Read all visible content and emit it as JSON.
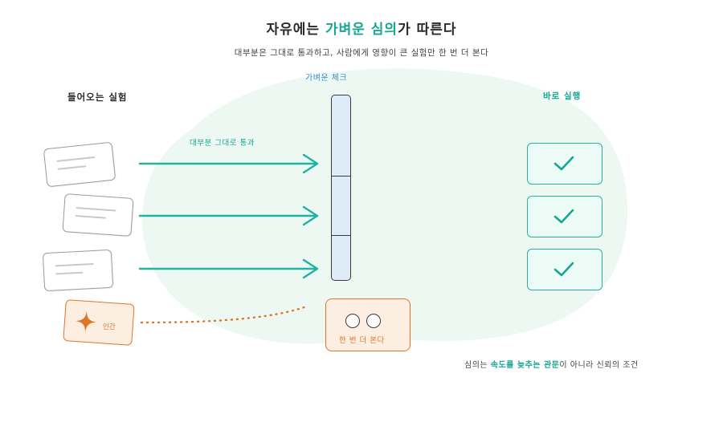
{
  "title": {
    "part1": "자유에는 ",
    "highlight1": "가벼운 심의",
    "part2": "가 따른다"
  },
  "subtitle": "대부분은 그대로 통과하고, 사람에게 영향이 큰 실험만 한 번 더 본다",
  "labels": {
    "incoming": "들어오는 실험",
    "light_check": "가벼운 체크",
    "run_now": "바로 실행",
    "pass_through": "대부분 그대로 통과",
    "human": "인간",
    "second_look": "한 번 더 본다"
  },
  "footnote": {
    "part1": "심의는 ",
    "highlight1": "속도를 늦추는 관문",
    "part2": "이 아니라 신뢰의 조건"
  },
  "colors": {
    "teal": "#17a693",
    "orange": "#e0752a",
    "blue": "#3c8fd0",
    "blob": "#eef8f3"
  },
  "icons": {
    "checkmark": "check-icon",
    "human": "star-icon",
    "eyes": "eyes-icon"
  }
}
